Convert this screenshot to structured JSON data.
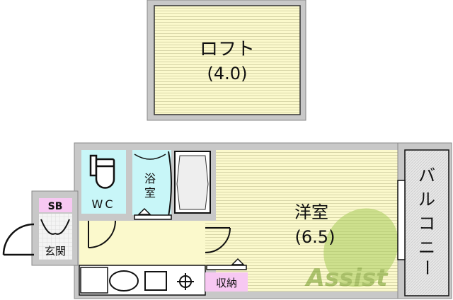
{
  "loft": {
    "name": "ロフト",
    "size": "(4.0)"
  },
  "rooms": {
    "western": {
      "name": "洋室",
      "size": "(6.5)"
    },
    "wc": "WC",
    "bath": [
      "浴",
      "室"
    ],
    "sb": "SB",
    "entrance": "玄関",
    "storage": "収納",
    "balcony": [
      "バ",
      "ル",
      "コ",
      "ニ",
      "ー"
    ]
  },
  "watermark": "Assist",
  "colors": {
    "floor_yellow": "#fbf9cc",
    "wet_area_cyan": "#c8f6f8",
    "storage_pink": "#f7c8f2",
    "wall_gray": "#c8c8c8",
    "watermark_green": "#a8cc5a"
  }
}
